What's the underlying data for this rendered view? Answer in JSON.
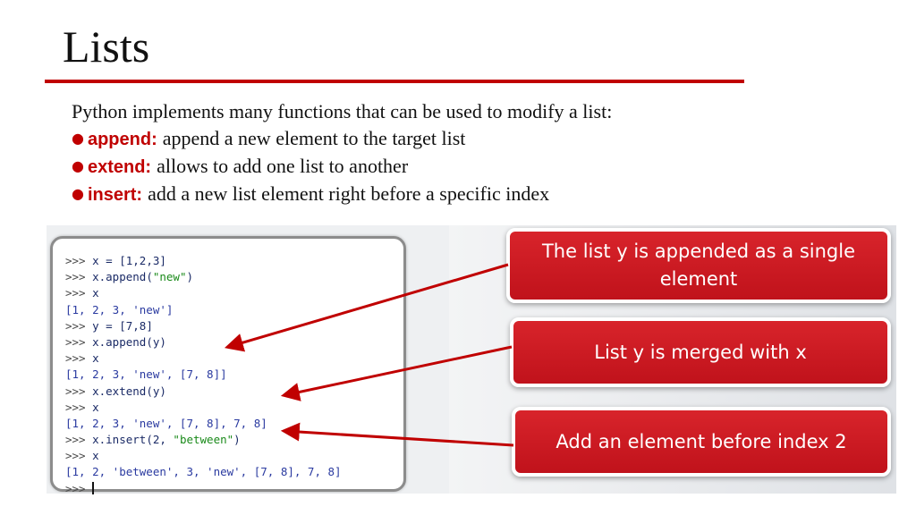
{
  "slide": {
    "title": "Lists",
    "intro": "Python implements many functions that can be used to modify a list:",
    "bullets": [
      {
        "keyword": "append:",
        "text": "append a new element to the target list"
      },
      {
        "keyword": "extend:",
        "text": "allows to add one list to another"
      },
      {
        "keyword": "insert:",
        "text": "add a new list element right before a specific index"
      }
    ],
    "accent_color": "#c00000"
  },
  "console": {
    "prompt": ">>>",
    "lines": [
      {
        "kind": "input",
        "code": "x = [1,2,3]"
      },
      {
        "kind": "input",
        "code": "x.append(",
        "str": "\"new\"",
        "tail": ")"
      },
      {
        "kind": "input",
        "code": "x"
      },
      {
        "kind": "output",
        "text": "[1, 2, 3, 'new']"
      },
      {
        "kind": "input",
        "code": "y = [7,8]"
      },
      {
        "kind": "input",
        "code": "x.append(y)"
      },
      {
        "kind": "input",
        "code": "x"
      },
      {
        "kind": "output",
        "text": "[1, 2, 3, 'new', [7, 8]]"
      },
      {
        "kind": "input",
        "code": "x.extend(y)"
      },
      {
        "kind": "input",
        "code": "x"
      },
      {
        "kind": "output",
        "text": "[1, 2, 3, 'new', [7, 8], 7, 8]"
      },
      {
        "kind": "input",
        "code": "x.insert(2, ",
        "str": "\"between\"",
        "tail": ")"
      },
      {
        "kind": "input",
        "code": "x"
      },
      {
        "kind": "output",
        "text": "[1, 2, 'between', 3, 'new', [7, 8], 7, 8]"
      },
      {
        "kind": "input",
        "code": ""
      }
    ]
  },
  "callouts": {
    "append": [
      "The list y is appended as a single",
      "element"
    ],
    "extend": [
      "List y is merged with x"
    ],
    "insert": [
      "Add an element before index 2"
    ]
  }
}
